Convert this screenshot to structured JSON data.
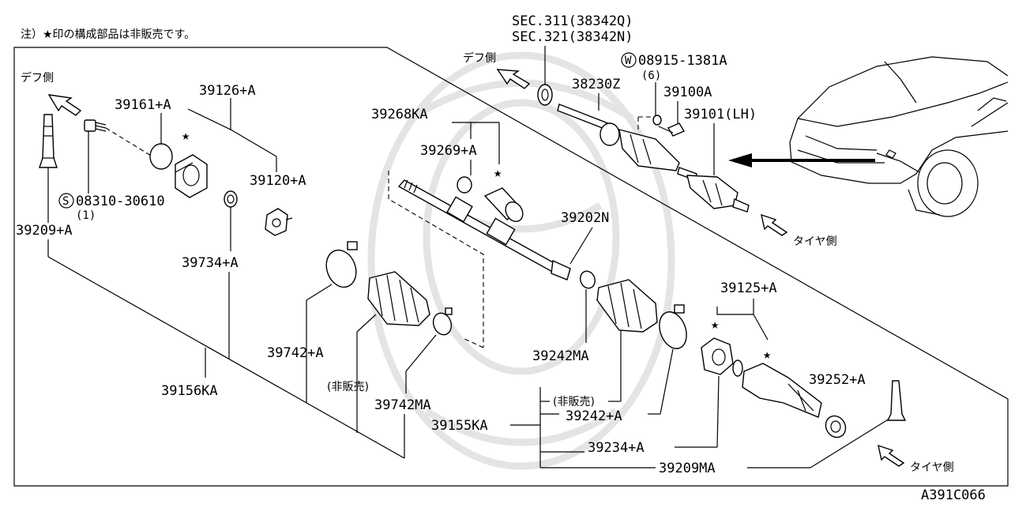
{
  "note": "注）★印の構成部品は非販売です。",
  "diagram_code": "A391C066",
  "direction_labels": {
    "diff_left": "デフ側",
    "diff_top": "デフ側",
    "tire_upper": "タイヤ側",
    "tire_lower": "タイヤ側"
  },
  "star": "★",
  "parts": {
    "p39209A": "39209+A",
    "p08310_circle": "S",
    "p08310": "08310-30610",
    "p08310_qty": "(1)",
    "p39161": "39161+A",
    "p39126": "39126+A",
    "p39120": "39120+A",
    "p39734": "39734+A",
    "p39156": "39156KA",
    "p39742A": "39742+A",
    "p_unsold1": "(非販売)",
    "p39742MA": "39742MA",
    "p39268": "39268KA",
    "p39269": "39269+A",
    "p39202": "39202N",
    "p39242MA": "39242MA",
    "p_unsold2": "(非販売)",
    "p39242A": "39242+A",
    "p39155": "39155KA",
    "p39234": "39234+A",
    "p39209MA": "39209MA",
    "p39125": "39125+A",
    "p39252": "39252+A",
    "sec311": "SEC.311(38342Q)",
    "sec321": "SEC.321(38342N)",
    "p08915_circle": "W",
    "p08915": "08915-1381A",
    "p08915_qty": "(6)",
    "p38230": "38230Z",
    "p39100": "39100A",
    "p39101": "39101(LH)"
  }
}
